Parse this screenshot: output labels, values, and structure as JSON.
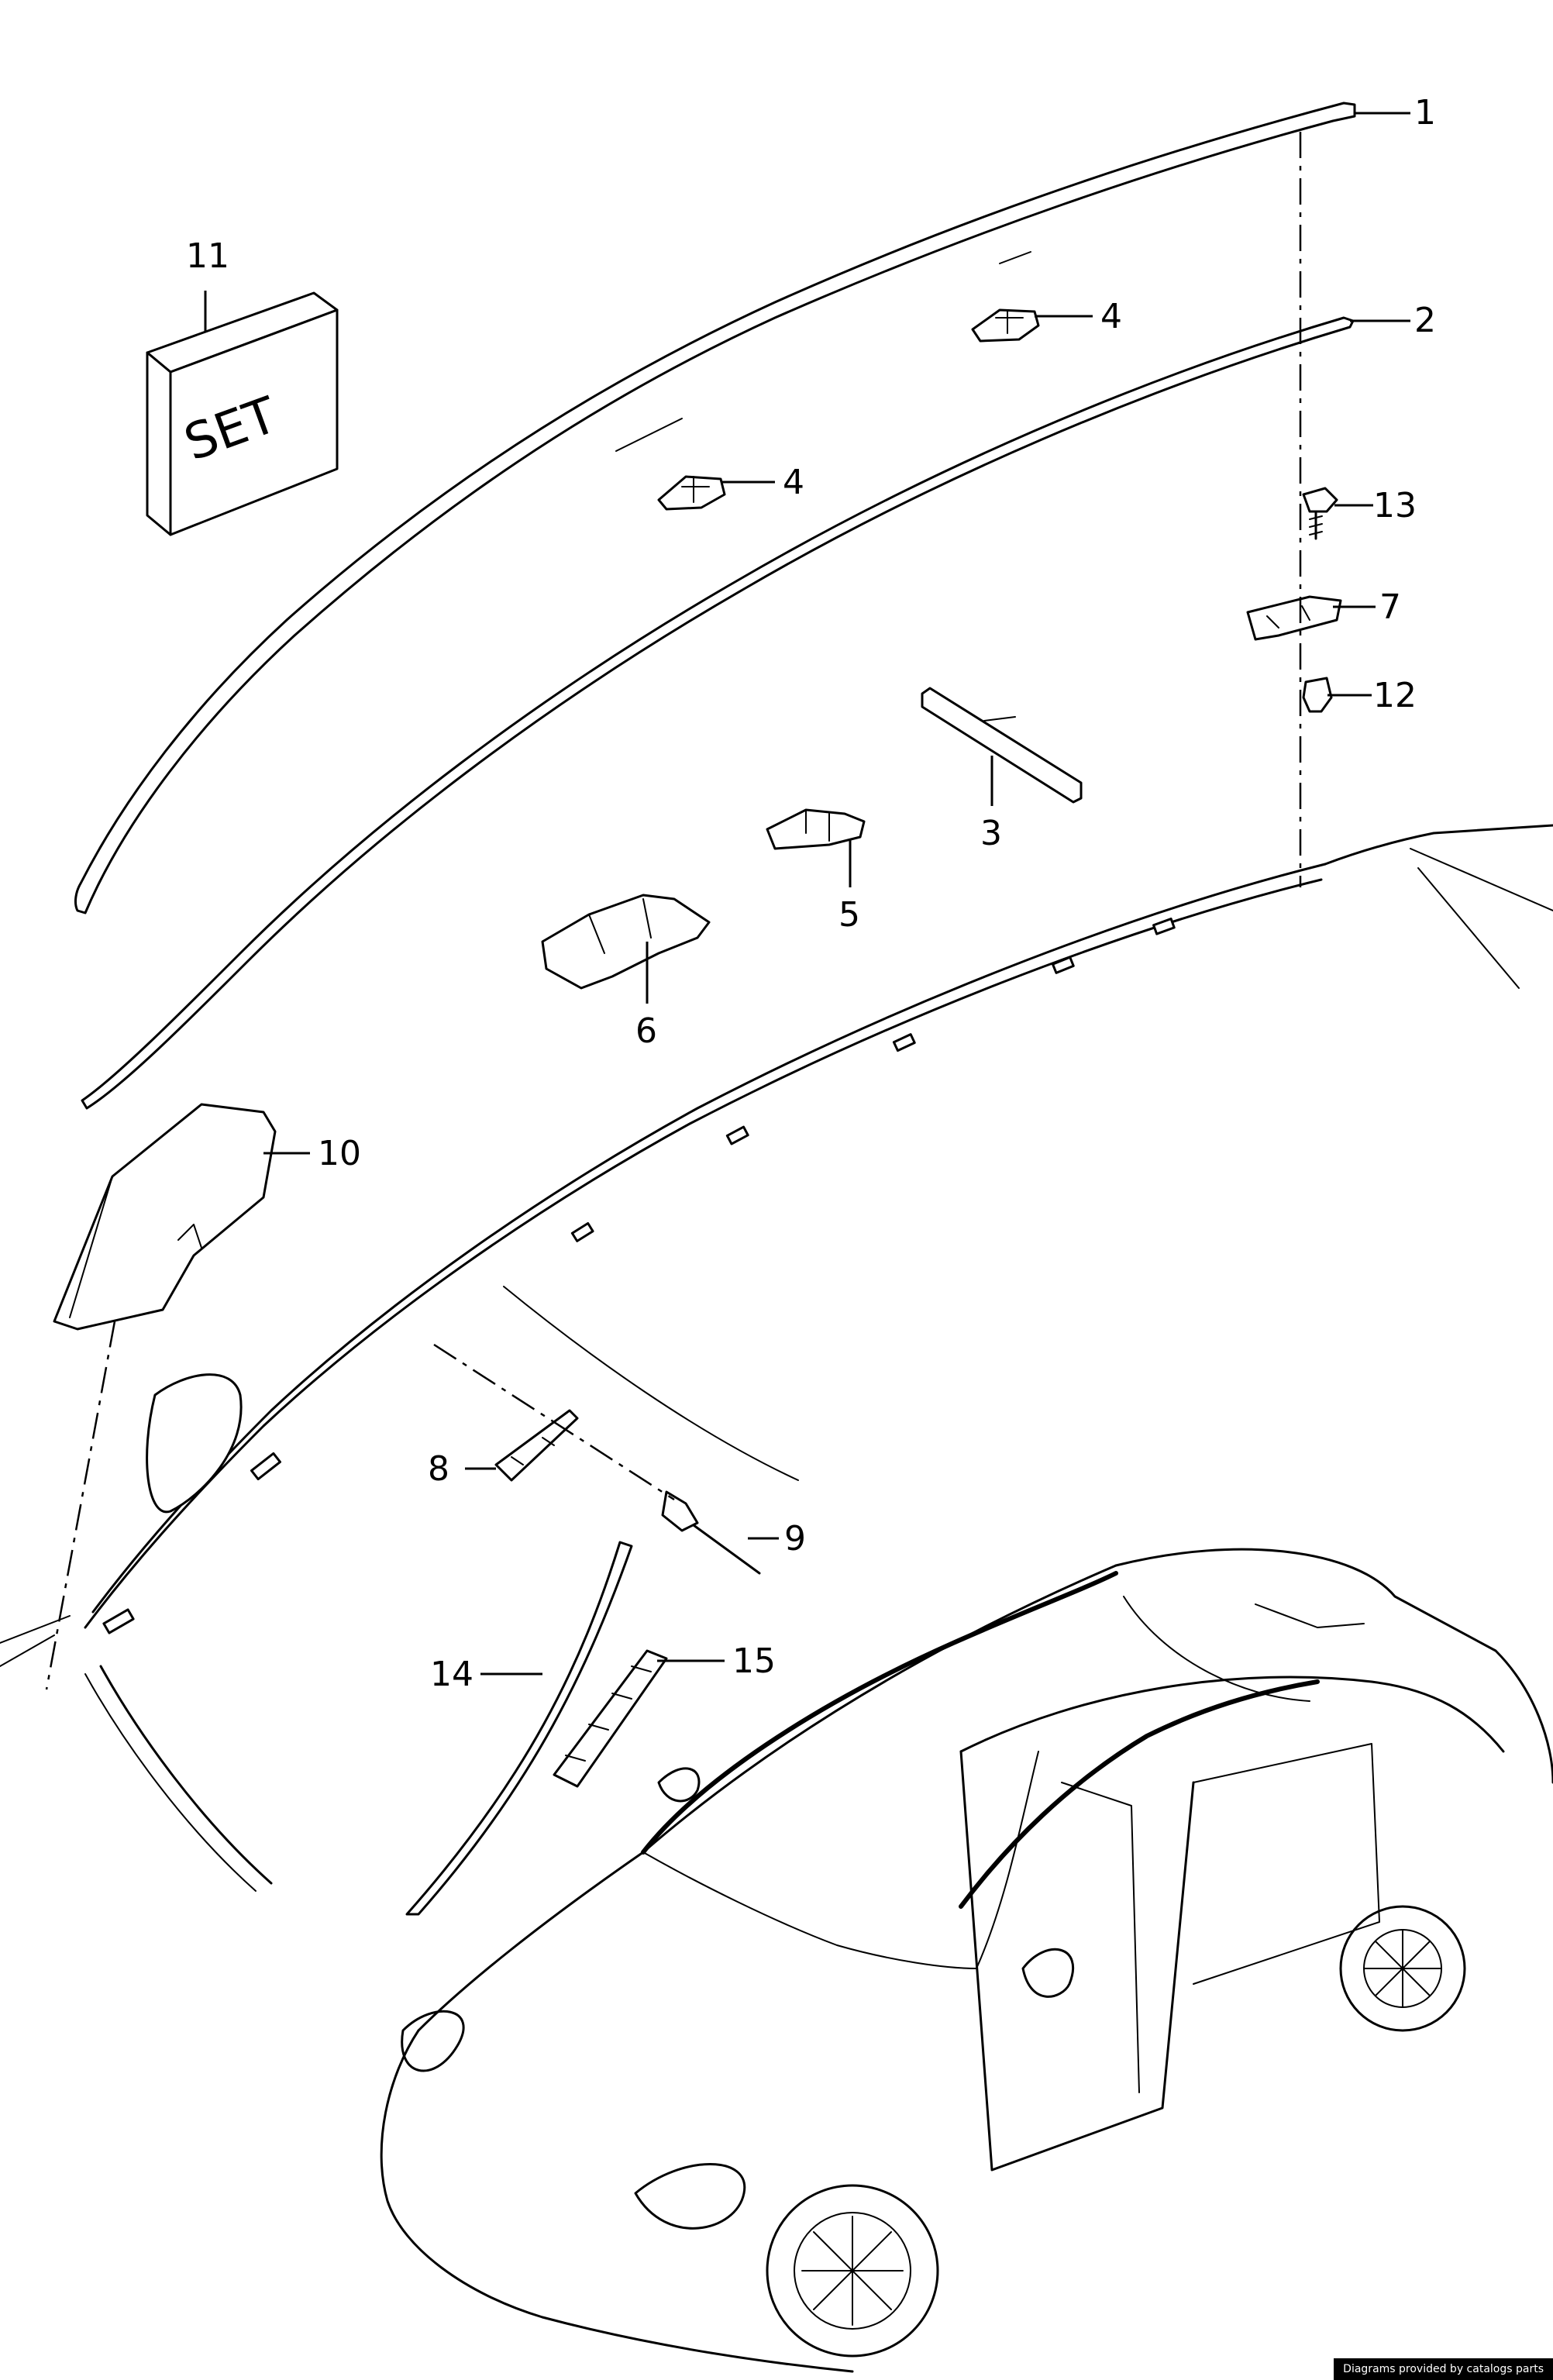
{
  "diagram": {
    "kit_box_label": "SET",
    "callouts": [
      {
        "id": "1",
        "label": "1"
      },
      {
        "id": "2",
        "label": "2"
      },
      {
        "id": "3",
        "label": "3"
      },
      {
        "id": "4a",
        "label": "4"
      },
      {
        "id": "4b",
        "label": "4"
      },
      {
        "id": "5",
        "label": "5"
      },
      {
        "id": "6",
        "label": "6"
      },
      {
        "id": "7",
        "label": "7"
      },
      {
        "id": "8",
        "label": "8"
      },
      {
        "id": "9",
        "label": "9"
      },
      {
        "id": "10",
        "label": "10"
      },
      {
        "id": "11",
        "label": "11"
      },
      {
        "id": "12",
        "label": "12"
      },
      {
        "id": "13",
        "label": "13"
      },
      {
        "id": "14",
        "label": "14"
      },
      {
        "id": "15",
        "label": "15"
      }
    ]
  },
  "footer": {
    "credit": "Diagrams provided by catalogs parts"
  }
}
